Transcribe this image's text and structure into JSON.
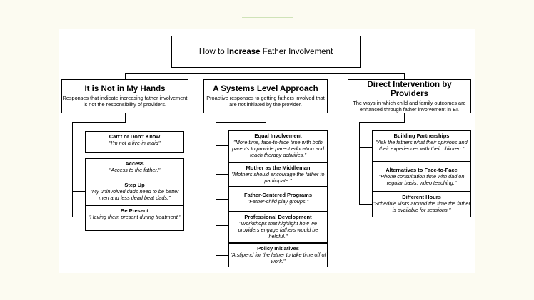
{
  "title": {
    "prefix": "How to ",
    "bold": "Increase",
    "suffix": " Father Involvement"
  },
  "columns": [
    {
      "heading": "It is Not in My Hands",
      "description": "Responses that indicate increasing father involvement is not the responsibility of providers.",
      "items": [
        {
          "title": "Can't or Don't Know",
          "quote": "\"I'm not a live-in maid\""
        },
        {
          "title": "Access",
          "quote": "\"Access to the father.\""
        },
        {
          "title": "Step Up",
          "quote": "\"My uninvolved dads need to be better men and less dead beat dads.\""
        },
        {
          "title": "Be Present",
          "quote": "\"Having them present during treatment.\""
        }
      ]
    },
    {
      "heading": "A Systems Level Approach",
      "description": "Proactive responses to getting fathers involved that are not initiated by the provider.",
      "items": [
        {
          "title": "Equal Involvement",
          "quote": "\"More time, face-to-face time with both parents to provide parent education and teach therapy activities.\""
        },
        {
          "title": "Mother as the Middleman",
          "quote": "\"Mothers should encourage the father to participate.\""
        },
        {
          "title": "Father-Centered Programs",
          "quote": "\"Father-child play groups.\""
        },
        {
          "title": "Professional Development",
          "quote": "\"Workshops that highlight how we providers engage fathers would be helpful.\""
        },
        {
          "title": "Policy Initiatives",
          "quote": "\"A stipend for the father to take time off of work.\""
        }
      ]
    },
    {
      "heading": "Direct Intervention by Providers",
      "description": "The ways in which child and family outcomes are enhanced through father involvement in EI.",
      "items": [
        {
          "title": "Building Partnerships",
          "quote": "\"Ask the fathers what their opinions and their experiences with their children.\""
        },
        {
          "title": "Alternatives to Face-to-Face",
          "quote": "\"Phone consultation time with dad on regular basis, video teaching.\""
        },
        {
          "title": "Different Hours",
          "quote": "\"Schedule visits around the time the father is available for sessions.\""
        }
      ]
    }
  ]
}
